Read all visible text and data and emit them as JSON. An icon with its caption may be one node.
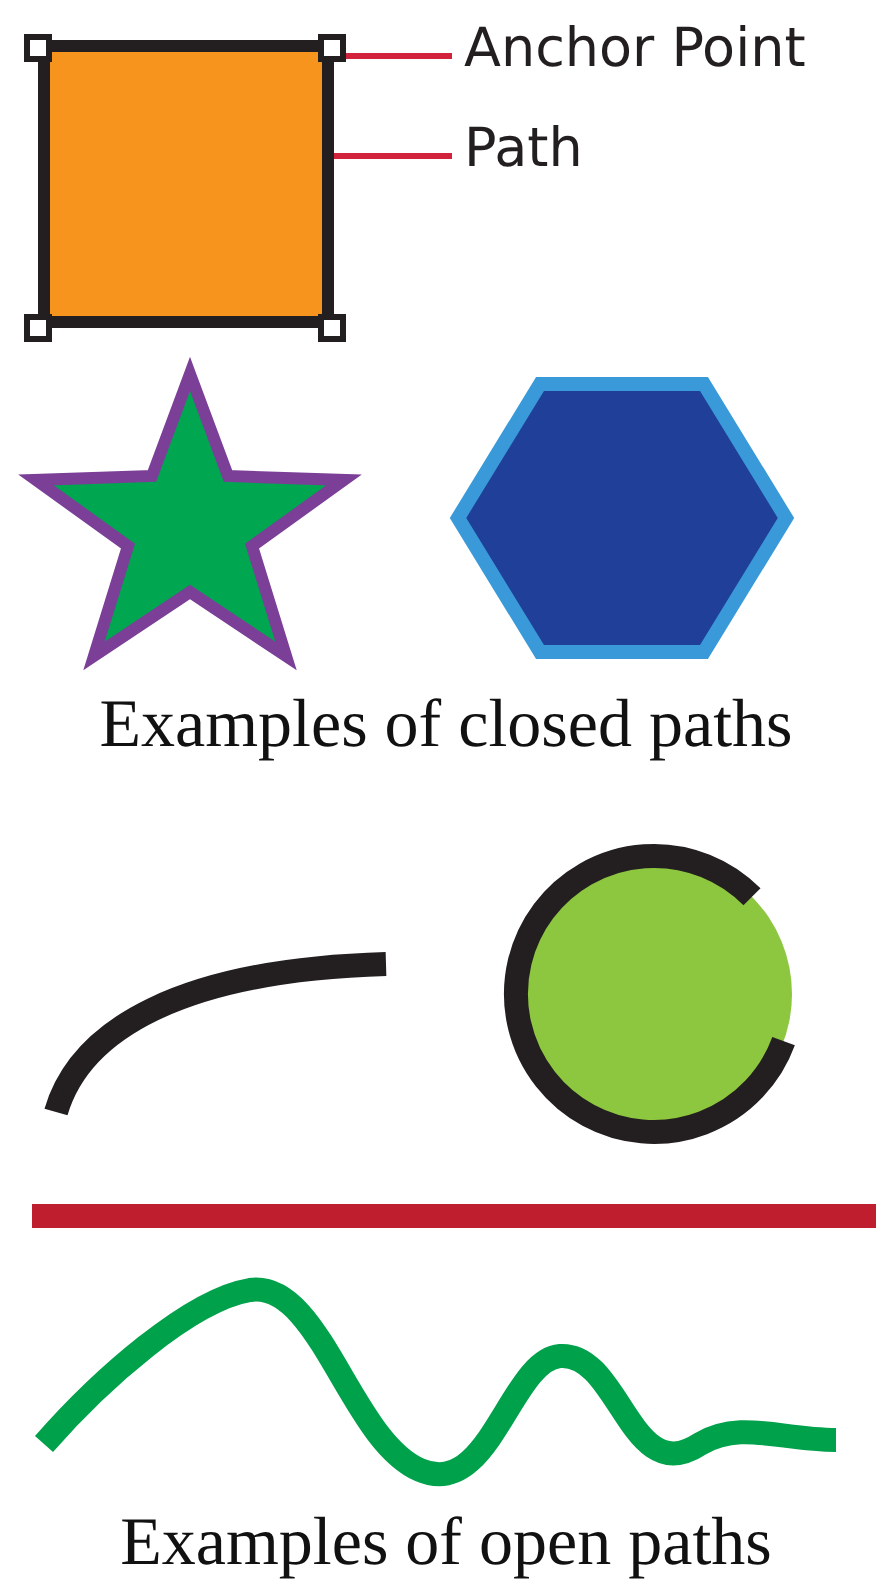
{
  "diagram": {
    "nodes": [
      {
        "text": [
          "Anchor Point"
        ]
      },
      {
        "text": [
          "Path"
        ]
      },
      {
        "text": [],
        "shape": "box"
      },
      {
        "text": [],
        "shape": "box"
      },
      {
        "text": [],
        "shape": "box"
      },
      {
        "text": [],
        "shape": "box"
      },
      {
        "text": [],
        "shape": "box"
      }
    ],
    "edges": [
      {
        "from": 0,
        "to": 4,
        "arrow": "none"
      },
      {
        "from": 1,
        "to": 2,
        "arrow": "none"
      }
    ],
    "labels": [
      "Examples of closed paths",
      "Examples of open paths"
    ]
  }
}
